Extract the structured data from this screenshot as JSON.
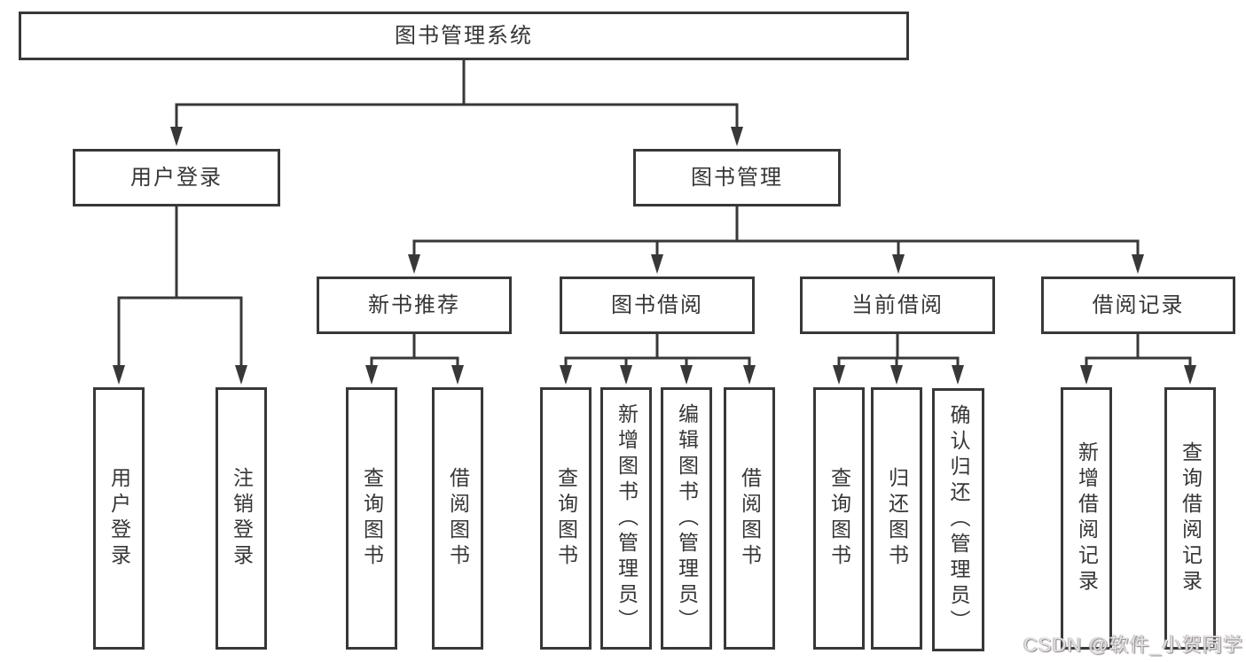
{
  "diagram": {
    "title_node": "图书管理系统",
    "colors": {
      "line": "#383838",
      "box_border": "#383838",
      "text": "#363636",
      "background": "#ffffff",
      "watermark_text": "#e3e0e0"
    },
    "nodes": {
      "root": {
        "label": "图书管理系统"
      },
      "user_login": {
        "label": "用户登录",
        "children": {
          "login": {
            "label": "用户登录"
          },
          "logout": {
            "label": "注销登录"
          }
        }
      },
      "book_mgmt": {
        "label": "图书管理",
        "children": {
          "new_books": {
            "label": "新书推荐",
            "children": {
              "query_books": {
                "label": "查询图书"
              },
              "borrow_books": {
                "label": "借阅图书"
              }
            }
          },
          "book_borrow": {
            "label": "图书借阅",
            "children": {
              "query_books": {
                "label": "查询图书"
              },
              "add_books": {
                "label": "新增图书（管理员）"
              },
              "edit_books": {
                "label": "编辑图书（管理员）"
              },
              "borrow_books": {
                "label": "借阅图书"
              }
            }
          },
          "current_borrow": {
            "label": "当前借阅",
            "children": {
              "query_books": {
                "label": "查询图书"
              },
              "return_books": {
                "label": "归还图书"
              },
              "confirm_return": {
                "label": "确认归还（管理员）"
              }
            }
          },
          "borrow_records": {
            "label": "借阅记录",
            "children": {
              "add_record": {
                "label": "新增借阅记录"
              },
              "query_record": {
                "label": "查询借阅记录"
              }
            }
          }
        }
      }
    },
    "watermark": {
      "text": "CSDN @软件_小贺同学"
    }
  }
}
